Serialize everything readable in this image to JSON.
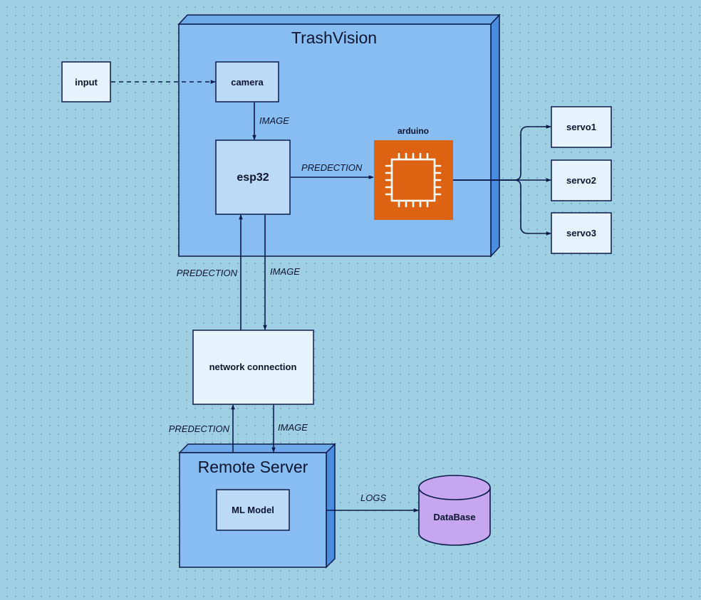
{
  "groups": {
    "trashvision": "TrashVision",
    "remote_server": "Remote Server"
  },
  "nodes": {
    "input": "input",
    "camera": "camera",
    "esp32": "esp32",
    "arduino": "arduino",
    "servo1": "servo1",
    "servo2": "servo2",
    "servo3": "servo3",
    "network": "network connection",
    "ml_model": "ML Model",
    "database": "DataBase"
  },
  "edges": {
    "camera_to_esp32": "IMAGE",
    "esp32_to_arduino": "PREDECTION",
    "network_to_esp32": "PREDECTION",
    "esp32_to_network": "IMAGE",
    "server_to_network": "PREDECTION",
    "network_to_server": "IMAGE",
    "server_to_database": "LOGS"
  },
  "colors": {
    "background": "#9fcfe2",
    "group_fill": "#87bdf0",
    "group_side": "#4a8de0",
    "node_fill_light": "#e6f3fc",
    "node_fill_mid": "#bcdaf6",
    "arduino_fill": "#dd6211",
    "database_fill": "#c6a6ee",
    "line": "#0b1a4a"
  },
  "icons": {
    "arduino": "chip-icon",
    "database": "cylinder-icon"
  }
}
